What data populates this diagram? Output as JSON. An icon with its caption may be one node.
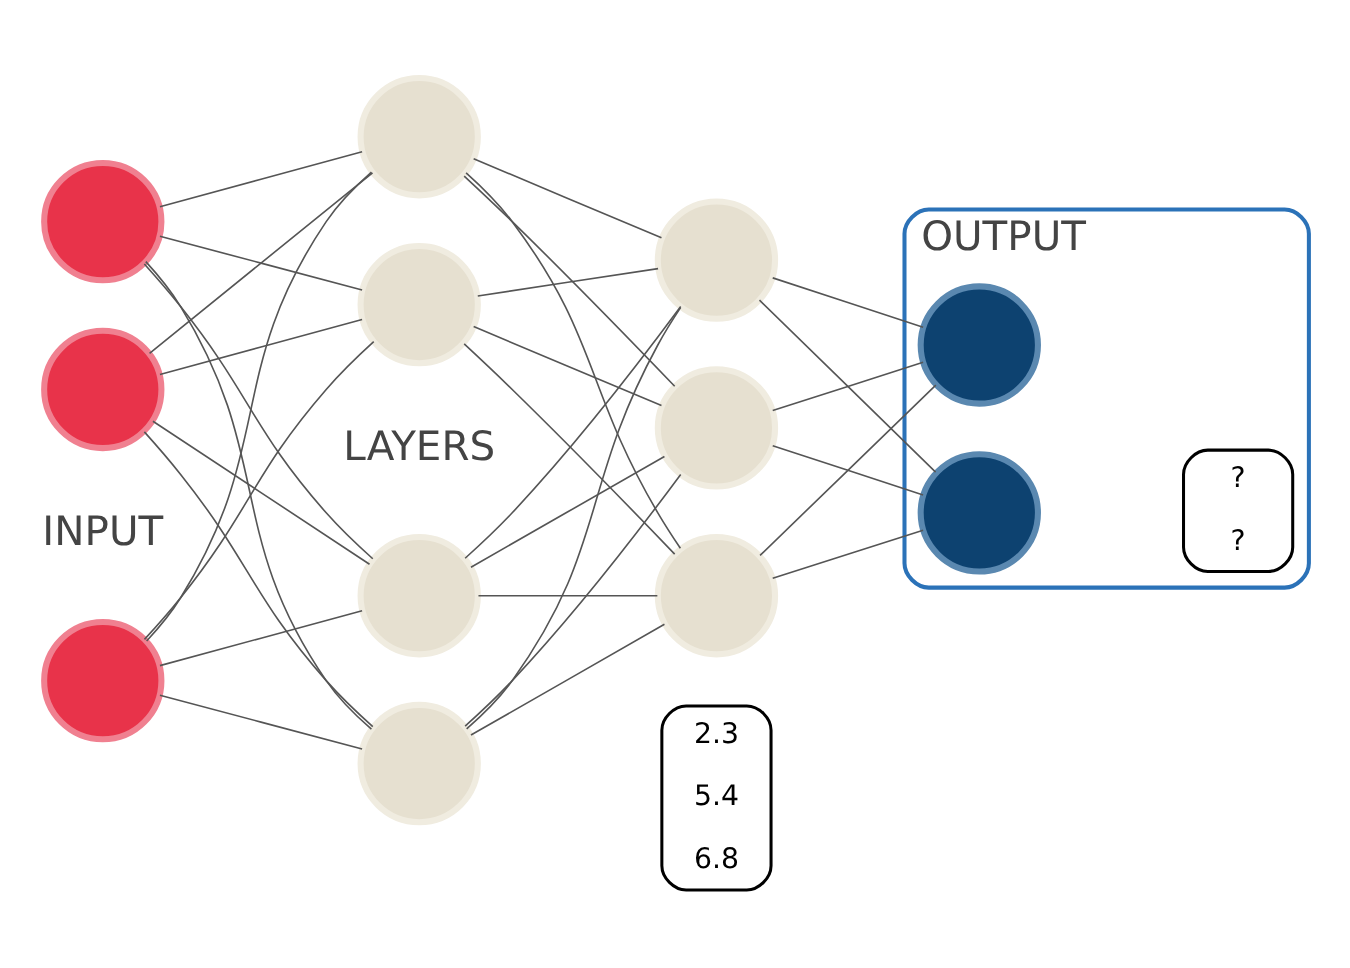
{
  "diagram": {
    "nodes": [
      {
        "text": [
          "2.3",
          "5.4",
          "6.8"
        ]
      },
      {
        "text": [],
        "shape": "circle"
      },
      {
        "text": [],
        "shape": "circle"
      },
      {
        "text": [],
        "shape": "circle"
      },
      {
        "text": [],
        "shape": "circle"
      },
      {
        "text": [],
        "shape": "circle"
      },
      {
        "text": [],
        "shape": "circle"
      },
      {
        "text": [],
        "shape": "circle"
      },
      {
        "text": [],
        "shape": "circle"
      },
      {
        "text": [],
        "shape": "circle"
      },
      {
        "text": [],
        "shape": "circle"
      },
      {
        "text": [
          "OUTPUT"
        ]
      },
      {
        "text": [],
        "shape": "circle",
        "in": 11
      },
      {
        "text": [],
        "shape": "circle",
        "in": 11
      },
      {
        "text": [
          "?",
          "?"
        ],
        "in": 11
      }
    ],
    "edges": [
      {
        "from": 1,
        "to": 4,
        "arrow": "none"
      },
      {
        "from": 1,
        "to": 5,
        "arrow": "none"
      },
      {
        "from": 1,
        "to": 6,
        "arrow": "none"
      },
      {
        "from": 1,
        "to": 7,
        "arrow": "none"
      },
      {
        "from": 2,
        "to": 4,
        "arrow": "none"
      },
      {
        "from": 2,
        "to": 5,
        "arrow": "none"
      },
      {
        "from": 2,
        "to": 6,
        "arrow": "none"
      },
      {
        "from": 2,
        "to": 7,
        "arrow": "none"
      },
      {
        "from": 3,
        "to": 4,
        "arrow": "none"
      },
      {
        "from": 3,
        "to": 5,
        "arrow": "none"
      },
      {
        "from": 3,
        "to": 6,
        "arrow": "none"
      },
      {
        "from": 3,
        "to": 7,
        "arrow": "none"
      },
      {
        "from": 4,
        "to": 8,
        "arrow": "none"
      },
      {
        "from": 4,
        "to": 9,
        "arrow": "none"
      },
      {
        "from": 4,
        "to": 10,
        "arrow": "none"
      },
      {
        "from": 5,
        "to": 8,
        "arrow": "none"
      },
      {
        "from": 5,
        "to": 9,
        "arrow": "none"
      },
      {
        "from": 5,
        "to": 10,
        "arrow": "none"
      },
      {
        "from": 6,
        "to": 8,
        "arrow": "none"
      },
      {
        "from": 6,
        "to": 9,
        "arrow": "none"
      },
      {
        "from": 6,
        "to": 10,
        "arrow": "none"
      },
      {
        "from": 7,
        "to": 8,
        "arrow": "none"
      },
      {
        "from": 7,
        "to": 9,
        "arrow": "none"
      },
      {
        "from": 7,
        "to": 10,
        "arrow": "none"
      },
      {
        "from": 8,
        "to": 12,
        "arrow": "none"
      },
      {
        "from": 8,
        "to": 13,
        "arrow": "none"
      },
      {
        "from": 9,
        "to": 12,
        "arrow": "none"
      },
      {
        "from": 9,
        "to": 13,
        "arrow": "none"
      },
      {
        "from": 10,
        "to": 12,
        "arrow": "none"
      },
      {
        "from": 10,
        "to": 13,
        "arrow": "none"
      }
    ],
    "labels": [
      "INPUT",
      "LAYERS"
    ]
  }
}
